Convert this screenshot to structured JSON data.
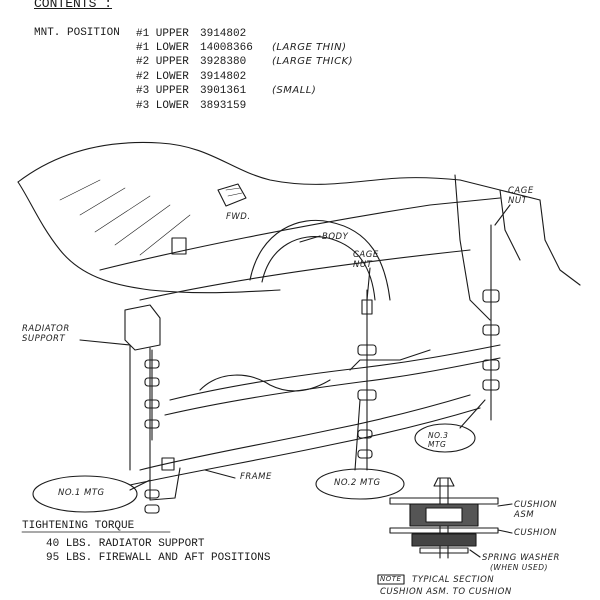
{
  "contents": {
    "heading": "CONTENTS :",
    "mount_label": "MNT. POSITION",
    "rows": [
      {
        "position": "#1 UPPER",
        "part": "3914802",
        "note": ""
      },
      {
        "position": "#1 LOWER",
        "part": "14008366",
        "note": "(LARGE THIN)"
      },
      {
        "position": "#2 UPPER",
        "part": "3928380",
        "note": "(LARGE THICK)"
      },
      {
        "position": "#2 LOWER",
        "part": "3914802",
        "note": ""
      },
      {
        "position": "#3 UPPER",
        "part": "3901361",
        "note": "(SMALL)"
      },
      {
        "position": "#3 LOWER",
        "part": "3893159",
        "note": ""
      }
    ]
  },
  "callouts": {
    "fwd": "FWD.",
    "body": "BODY",
    "cage_nut_left": "CAGE NUT",
    "cage_nut_right": "CAGE NUT",
    "radiator_support": "RADIATOR SUPPORT",
    "frame": "FRAME",
    "no1": "NO.1 MTG",
    "no2": "NO.2 MTG",
    "no3": "NO.3 MTG"
  },
  "section": {
    "cushion_asm": "CUSHION ASM",
    "cushion": "CUSHION",
    "spring_washer": "SPRING WASHER",
    "when_used": "(WHEN USED)",
    "note_tag": "NOTE",
    "caption_line1": "TYPICAL SECTION",
    "caption_line2": "CUSHION ASM. TO CUSHION"
  },
  "torque": {
    "heading": "TIGHTENING TORQUE",
    "line1": "40 LBS. RADIATOR SUPPORT",
    "line2": "95 LBS. FIREWALL AND AFT POSITIONS"
  }
}
